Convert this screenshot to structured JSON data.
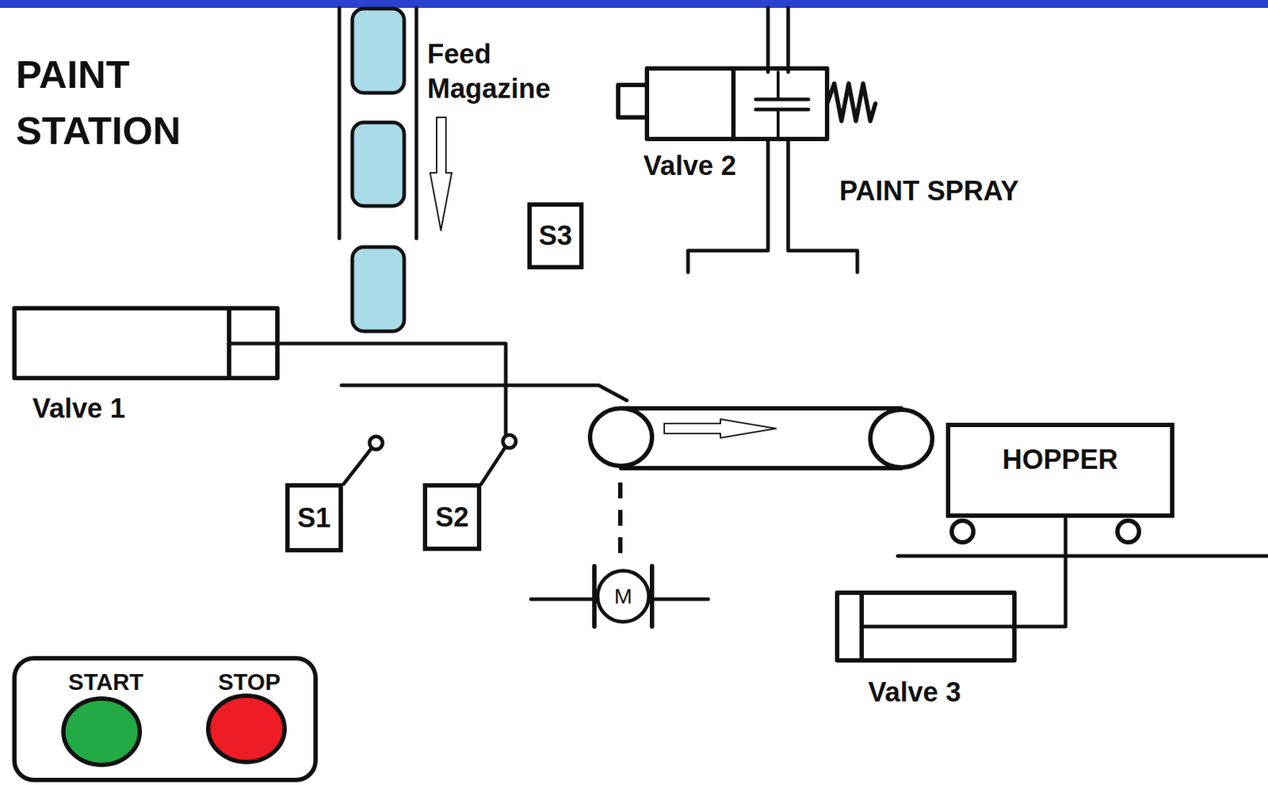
{
  "diagram": {
    "title": "PAINT STATION",
    "nodes": [
      {
        "text": [
          "S3"
        ]
      },
      {
        "text": [
          "S1"
        ]
      },
      {
        "text": [
          "S2"
        ]
      },
      {
        "text": [
          "M"
        ]
      },
      {
        "text": [
          "HOPPER"
        ]
      },
      {
        "text": [
          "START",
          "STOP"
        ]
      }
    ],
    "labels": [
      "Feed Magazine",
      "Valve 2",
      "PAINT SPRAY",
      "Valve 1",
      "Valve 3"
    ]
  }
}
